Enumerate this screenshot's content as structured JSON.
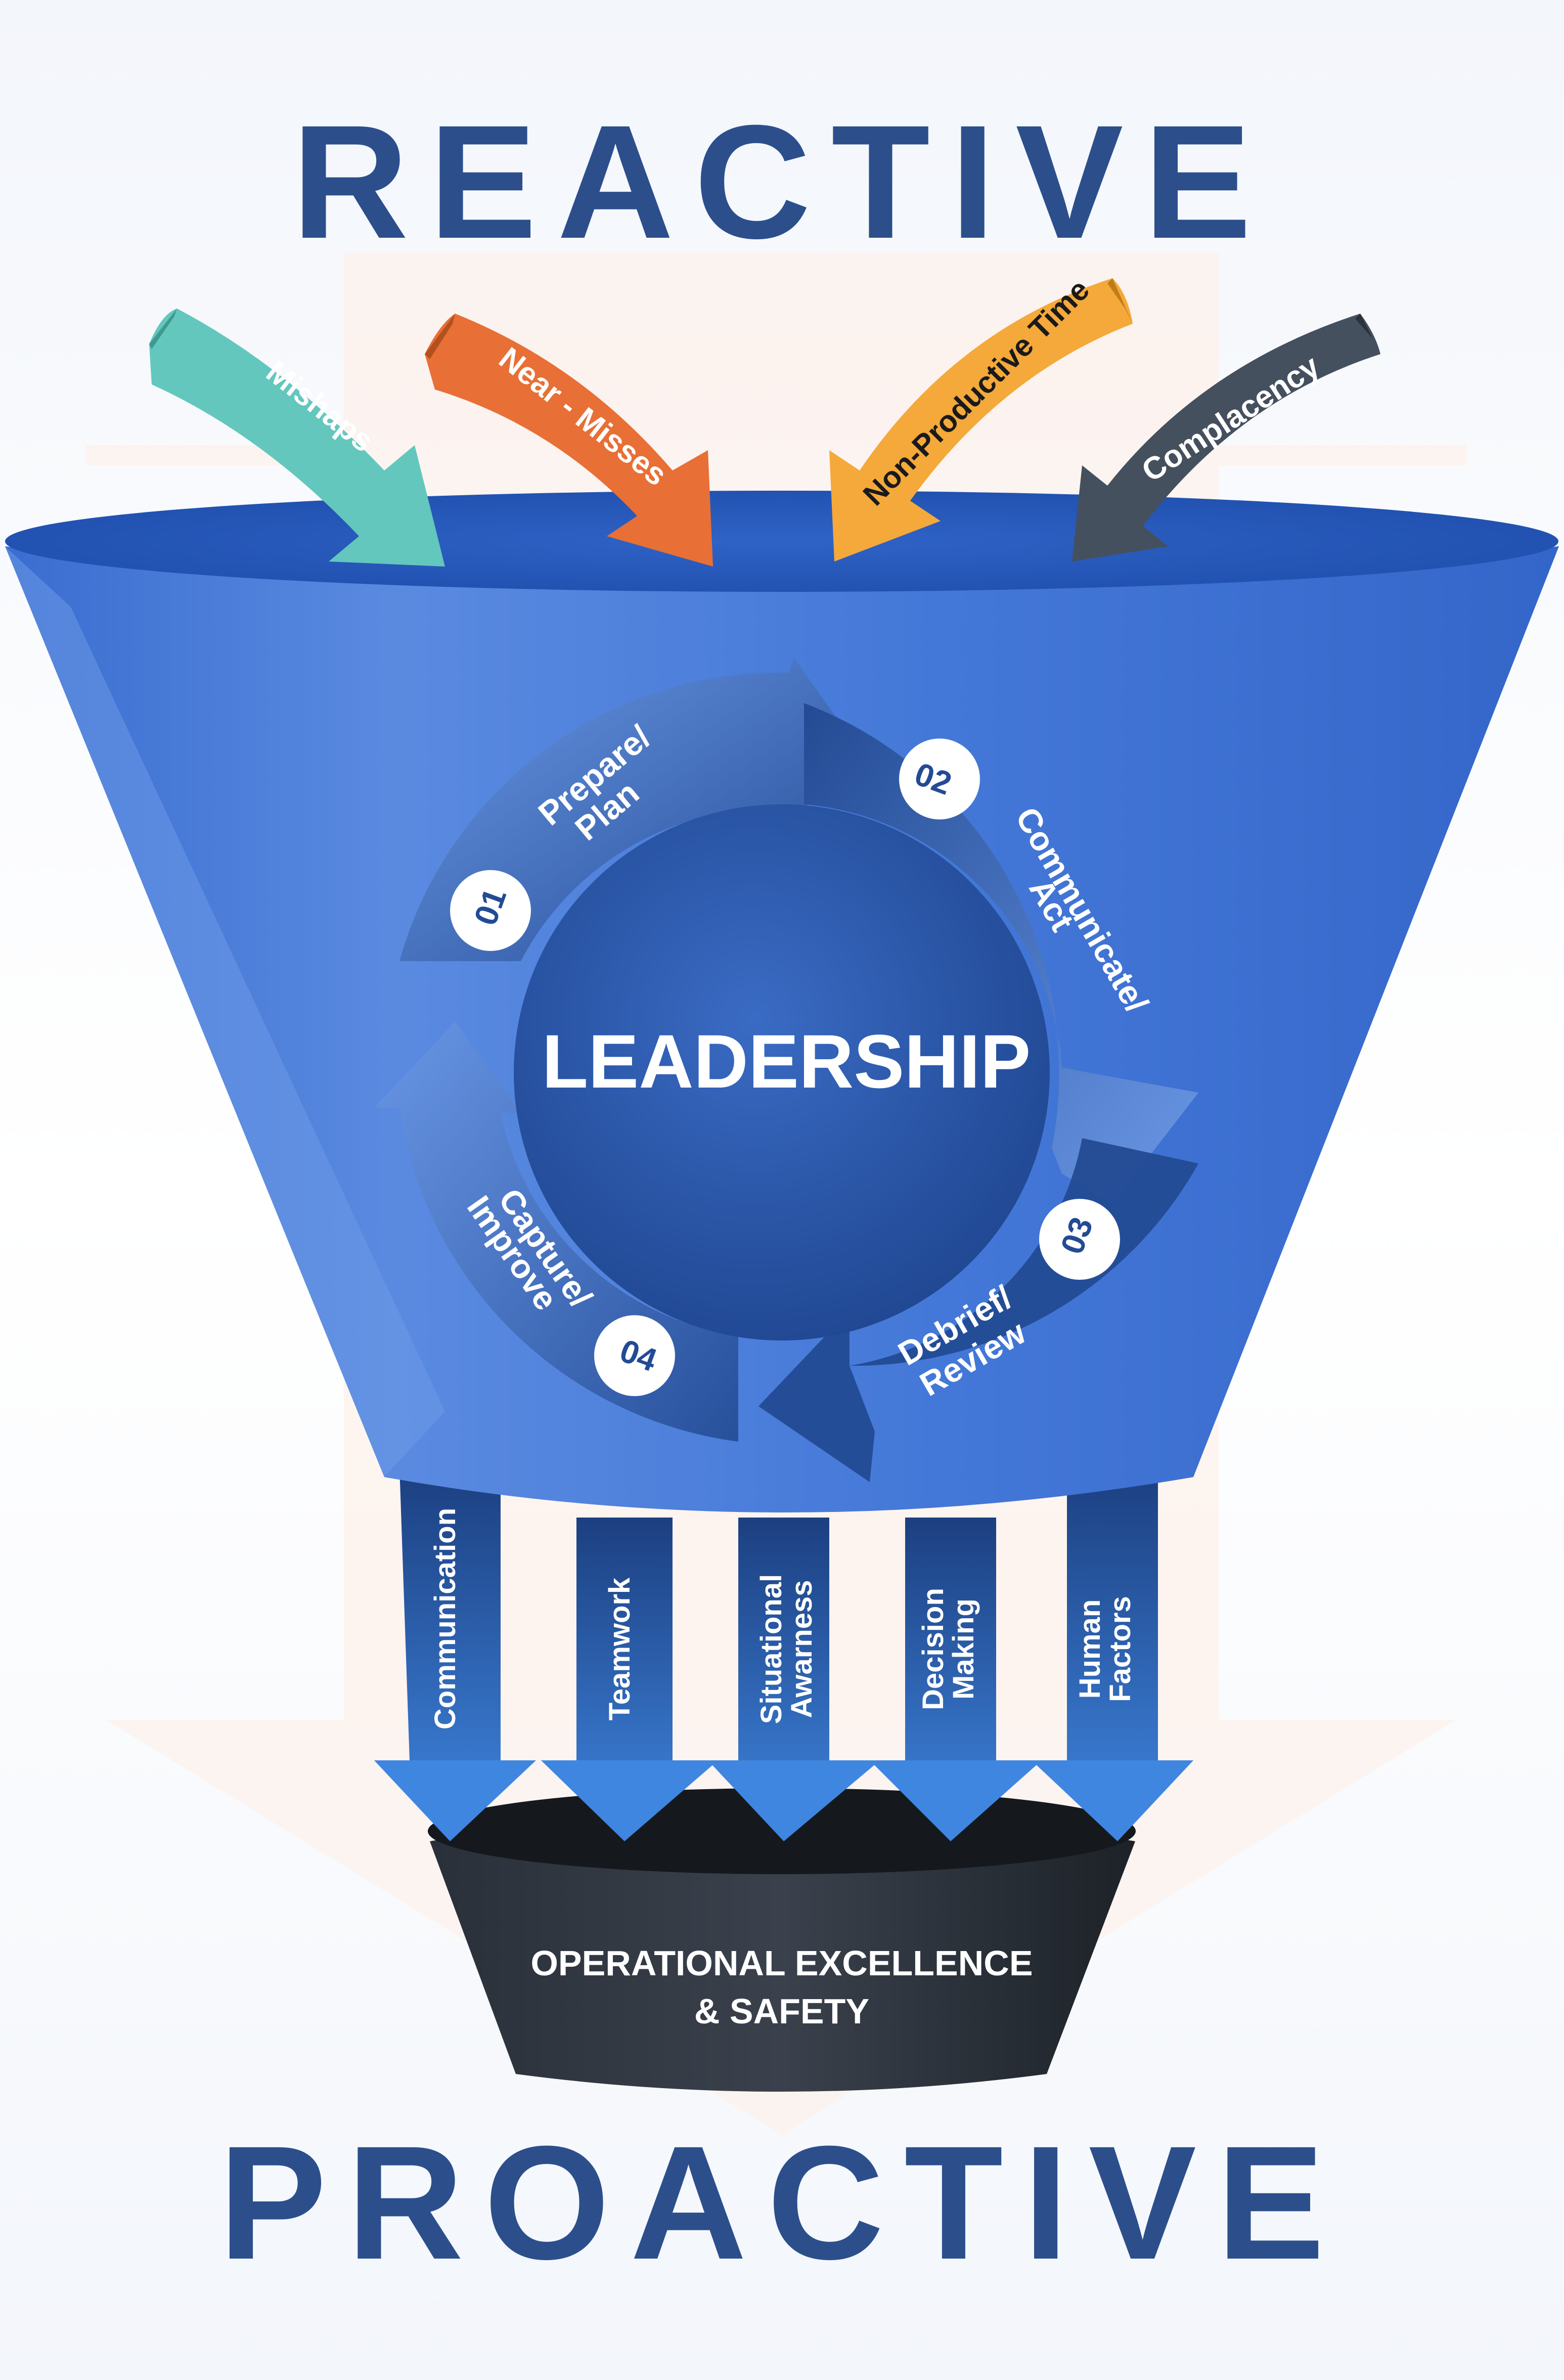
{
  "title_top": "REACTIVE",
  "title_bottom": "PROACTIVE",
  "colors": {
    "title": "#2c4f8c",
    "funnel": "#3b6fd1",
    "funnel_rim": "#2757b8",
    "mishaps": "#63c7bd",
    "near_misses": "#e86f35",
    "npt": "#f4a93a",
    "complacency": "#45505e",
    "cycle_dark": "#234b94",
    "bowl": "#22272e"
  },
  "inputs": [
    {
      "label": "Mishaps",
      "color": "#63c7bd",
      "text_color": "#ffffff"
    },
    {
      "label": "Near - Misses",
      "color": "#e86f35",
      "text_color": "#ffffff"
    },
    {
      "label": "Non-Productive Time",
      "color": "#f4a93a",
      "text_color": "#1a1a1a"
    },
    {
      "label": "Complacency",
      "color": "#45505e",
      "text_color": "#ffffff"
    }
  ],
  "center_label": "LEADERSHIP",
  "cycle": [
    {
      "num": "01",
      "line1": "Prepare/",
      "line2": "Plan"
    },
    {
      "num": "02",
      "line1": "Communicate/",
      "line2": "Act"
    },
    {
      "num": "03",
      "line1": "Debrief/",
      "line2": "Review"
    },
    {
      "num": "04",
      "line1": "Capture/",
      "line2": "Improve"
    }
  ],
  "outputs": [
    {
      "line1": "Communication",
      "line2": ""
    },
    {
      "line1": "Teamwork",
      "line2": ""
    },
    {
      "line1": "Situational",
      "line2": "Awarness"
    },
    {
      "line1": "Decision",
      "line2": "Making"
    },
    {
      "line1": "Human",
      "line2": "Factors"
    }
  ],
  "result": {
    "line1": "OPERATIONAL EXCELLENCE",
    "line2": "& SAFETY"
  }
}
